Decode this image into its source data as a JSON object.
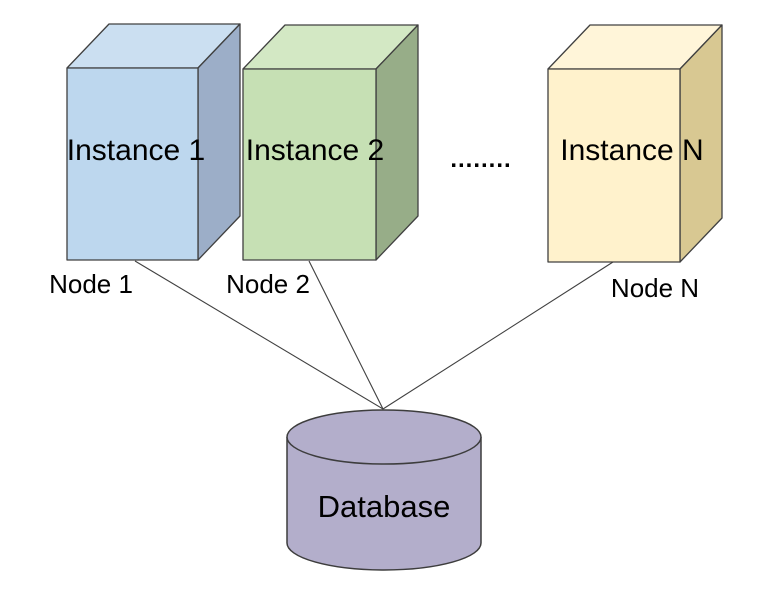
{
  "diagram": {
    "instances": [
      {
        "label": "Instance 1",
        "node_label": "Node 1",
        "colors": {
          "front": "#BDD7EE",
          "top": "#CBDFF1",
          "side": "#9CAEC8"
        }
      },
      {
        "label": "Instance 2",
        "node_label": "Node 2",
        "colors": {
          "front": "#C6E0B4",
          "top": "#D3E8C4",
          "side": "#97AD88"
        }
      },
      {
        "label": "Instance N",
        "node_label": "Node N",
        "colors": {
          "front": "#FFF2CC",
          "top": "#FFF5D9",
          "side": "#D8C892"
        }
      }
    ],
    "ellipsis": "........",
    "database": {
      "label": "Database",
      "fill": "#B3AECB"
    },
    "outline_color": "#404040",
    "connector_color": "#404040",
    "text_color": "#000000",
    "background": "#FFFFFF"
  }
}
